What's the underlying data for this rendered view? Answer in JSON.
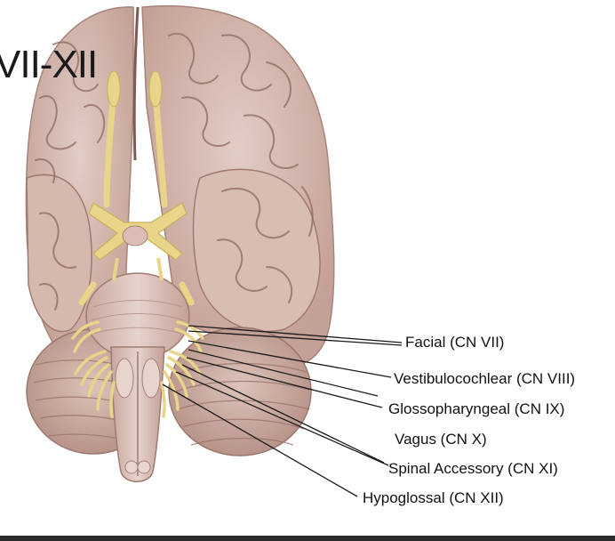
{
  "slide": {
    "title": "VII-XII"
  },
  "labels": [
    {
      "id": "facial",
      "text": "Facial (CN VII)"
    },
    {
      "id": "vestibulocochlear",
      "text": "Vestibulocochlear (CN VIII)"
    },
    {
      "id": "glossopharyngeal",
      "text": "Glossopharyngeal (CN IX)"
    },
    {
      "id": "vagus",
      "text": "Vagus (CN X)"
    },
    {
      "id": "spinal-accessory",
      "text": "Spinal Accessory (CN XI)"
    },
    {
      "id": "hypoglossal",
      "text": "Hypoglossal (CN XII)"
    }
  ],
  "colors": {
    "brain": "#d9bfb6",
    "brain_shadow": "#b89388",
    "sulcus": "#8f6a60",
    "nerve": "#e8d58a",
    "nerve_dark": "#c9b05a",
    "leader": "#1a1a1a"
  }
}
